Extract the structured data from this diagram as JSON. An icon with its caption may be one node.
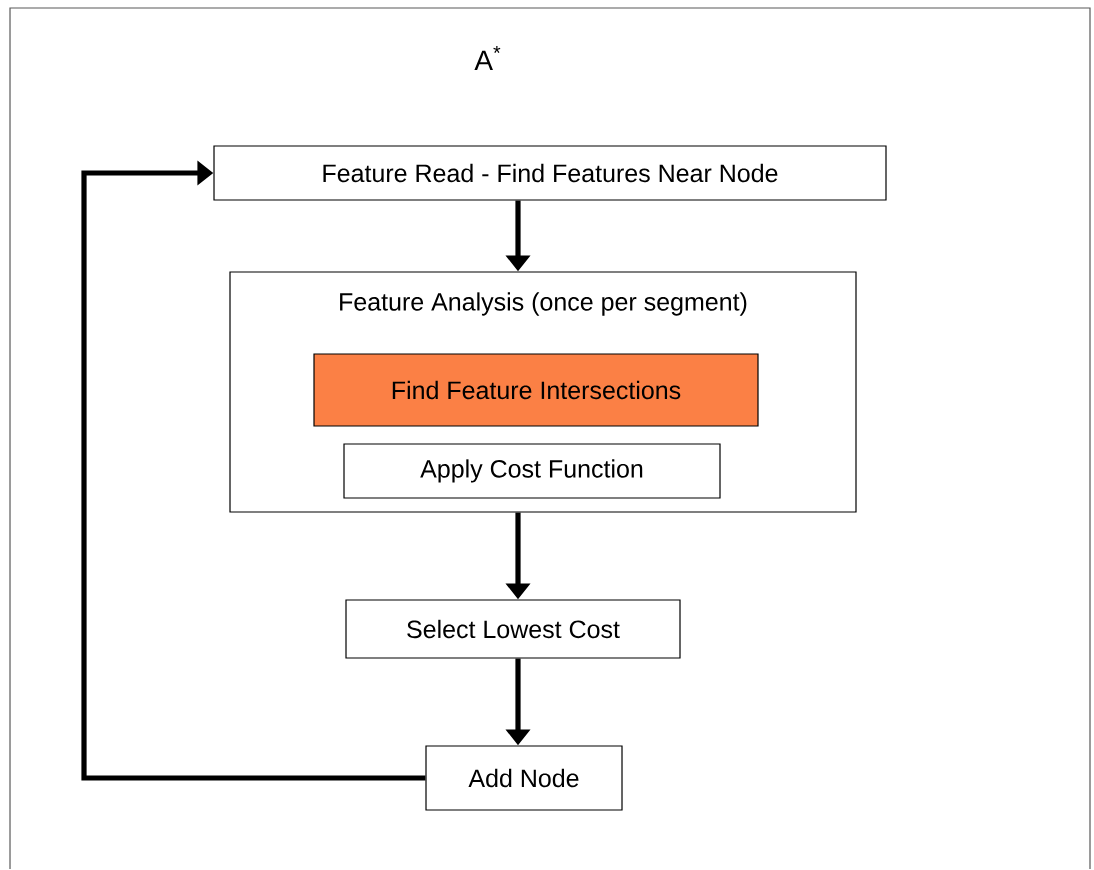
{
  "diagram": {
    "title": "A$^{*}$",
    "nodes": [
      {
        "text": [
          "Feature Read - Find Features Near Node"
        ]
      },
      {
        "text": [
          "Feature Analysis (once per segment)"
        ]
      },
      {
        "text": [
          "Find Feature Intersections"
        ],
        "in": 1
      },
      {
        "text": [
          "Apply Cost Function"
        ],
        "in": 1
      },
      {
        "text": [
          "Select Lowest Cost"
        ]
      },
      {
        "text": [
          "Add Node"
        ]
      }
    ],
    "edges": [
      {
        "from": 0,
        "to": 1,
        "arrow": "to"
      },
      {
        "from": 1,
        "to": 4,
        "arrow": "to"
      },
      {
        "from": 4,
        "to": 5,
        "arrow": "to"
      },
      {
        "from": 5,
        "to": 0,
        "arrow": "to"
      }
    ]
  }
}
